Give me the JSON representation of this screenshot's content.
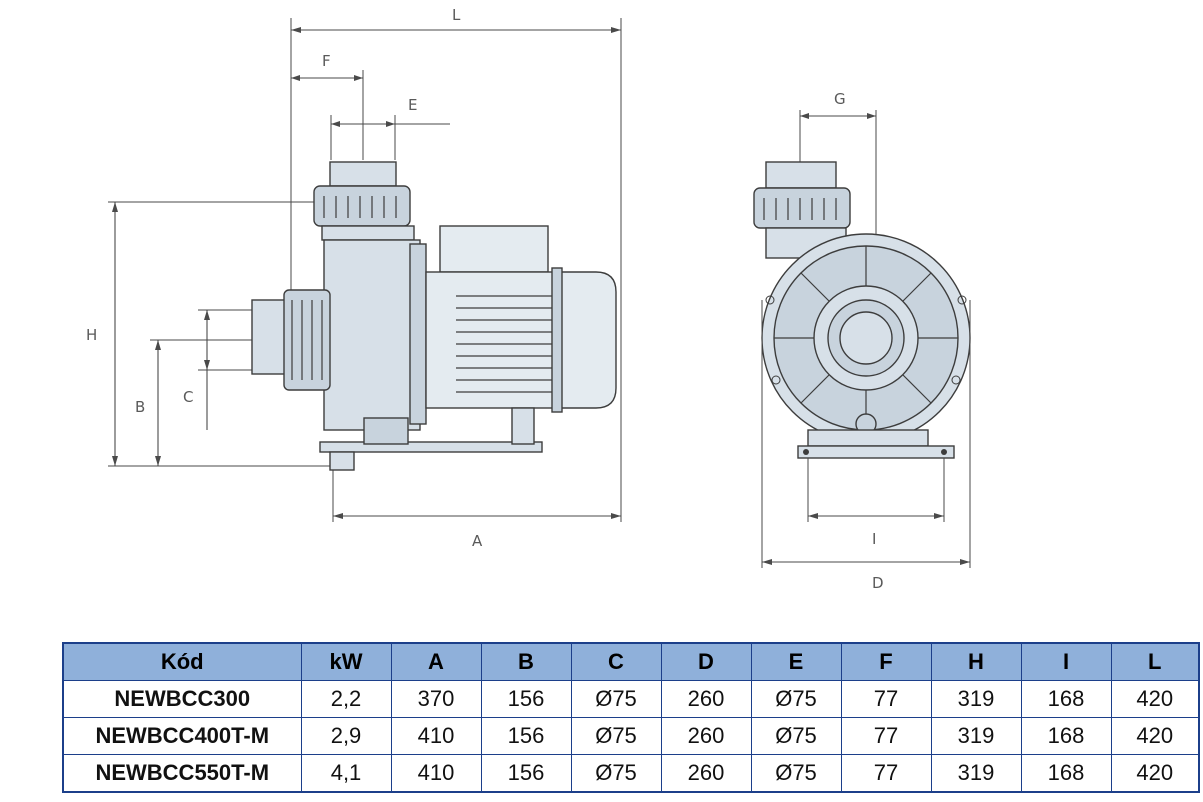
{
  "dimension_labels": {
    "L": "L",
    "F": "F",
    "E": "E",
    "H": "H",
    "B": "B",
    "C": "C",
    "A": "A",
    "G": "G",
    "I": "I",
    "D": "D"
  },
  "table": {
    "headers": [
      "Kód",
      "kW",
      "A",
      "B",
      "C",
      "D",
      "E",
      "F",
      "H",
      "I",
      "L"
    ],
    "rows": [
      [
        "NEWBCC300",
        "2,2",
        "370",
        "156",
        "Ø75",
        "260",
        "Ø75",
        "77",
        "319",
        "168",
        "420"
      ],
      [
        "NEWBCC400T-M",
        "2,9",
        "410",
        "156",
        "Ø75",
        "260",
        "Ø75",
        "77",
        "319",
        "168",
        "420"
      ],
      [
        "NEWBCC550T-M",
        "4,1",
        "410",
        "156",
        "Ø75",
        "260",
        "Ø75",
        "77",
        "319",
        "168",
        "420"
      ]
    ]
  },
  "colors": {
    "header_bg": "#8fb0da",
    "border": "#1c3f8a",
    "pump_body": "#d7e0e8"
  }
}
